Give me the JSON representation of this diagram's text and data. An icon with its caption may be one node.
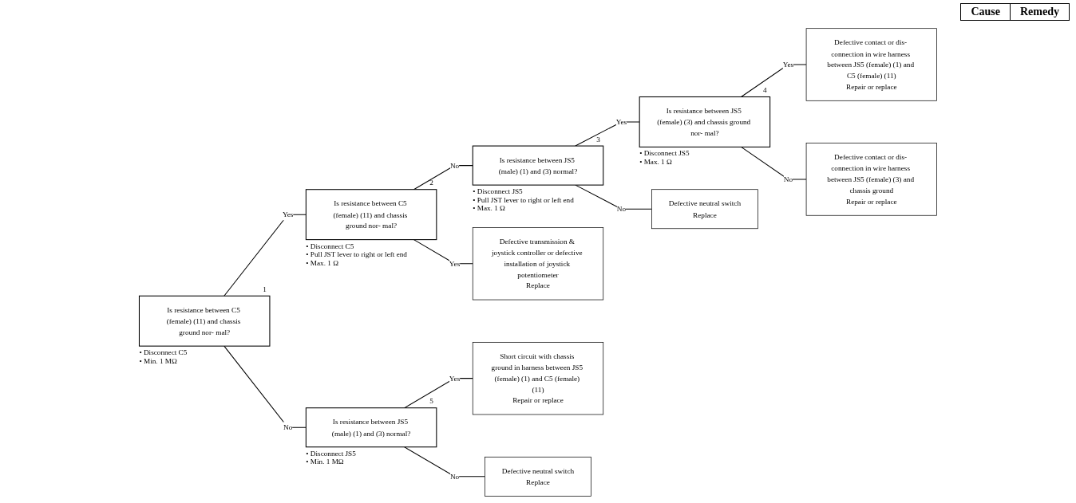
{
  "diagram": {
    "nodes": [
      {
        "text": [
          "Is resistance between C5 (female) (11) and chassis ground nor- mal?"
        ],
        "beside": [
          "1",
          "• Disconnect C5",
          "• Min. 1 MΩ"
        ]
      },
      {
        "text": [
          "Is resistance between C5 (female) (11) and chassis ground nor- mal?"
        ],
        "beside": [
          "2",
          "• Disconnect C5",
          "• Pull JST lever to right or left end",
          "• Max. 1 Ω"
        ]
      },
      {
        "text": [
          "Is resistance between JS5 (male) (1) and (3) normal?"
        ],
        "beside": [
          "3",
          "• Disconnect JS5",
          "• Pull JST lever to right or left end",
          "• Max. 1 Ω"
        ]
      },
      {
        "text": [
          "Is resistance between JS5 (female) (3) and chassis ground nor- mal?"
        ],
        "beside": [
          "4",
          "• Disconnect JS5",
          "• Max. 1 Ω"
        ]
      },
      {
        "text": [
          "Is resistance between JS5 (male) (1) and (3) normal?"
        ],
        "beside": [
          "5",
          "• Disconnect JS5",
          "• Min. 1 MΩ"
        ]
      },
      {
        "text": [
          "Defective transmission & joystick controller or defective installation of joystick potentiometer",
          "Replace"
        ]
      },
      {
        "text": [
          "Defective contact or dis- connection in wire harness between JS5 (female) (1) and C5 (female) (11)",
          "Repair or replace"
        ]
      },
      {
        "text": [
          "Defective contact or dis- connection in wire harness between JS5 (female) (3) and chassis ground",
          "Repair or replace"
        ]
      },
      {
        "text": [
          "Defective neutral switch",
          "Replace"
        ]
      },
      {
        "text": [
          "Short circuit with chassis ground in harness between JS5 (female) (1) and C5 (female) (11)",
          "Repair or replace"
        ]
      },
      {
        "text": [
          "Defective neutral switch",
          "Replace"
        ]
      }
    ],
    "edges": [
      {
        "from": 0,
        "to": 1,
        "arrow": "none",
        "label": "Yes"
      },
      {
        "from": 0,
        "to": 4,
        "arrow": "none",
        "label": "No"
      },
      {
        "from": 1,
        "to": 5,
        "arrow": "none",
        "label": "Yes"
      },
      {
        "from": 1,
        "to": 2,
        "arrow": "none",
        "label": "No"
      },
      {
        "from": 2,
        "to": 3,
        "arrow": "none",
        "label": "Yes"
      },
      {
        "from": 2,
        "to": 8,
        "arrow": "none",
        "label": "No"
      },
      {
        "from": 3,
        "to": 6,
        "arrow": "none",
        "label": "Yes"
      },
      {
        "from": 3,
        "to": 7,
        "arrow": "none",
        "label": "No"
      },
      {
        "from": 4,
        "to": 9,
        "arrow": "none",
        "label": "Yes"
      },
      {
        "from": 4,
        "to": 10,
        "arrow": "none",
        "label": "No"
      }
    ],
    "labels": [
      "Cause",
      "Remedy"
    ]
  }
}
